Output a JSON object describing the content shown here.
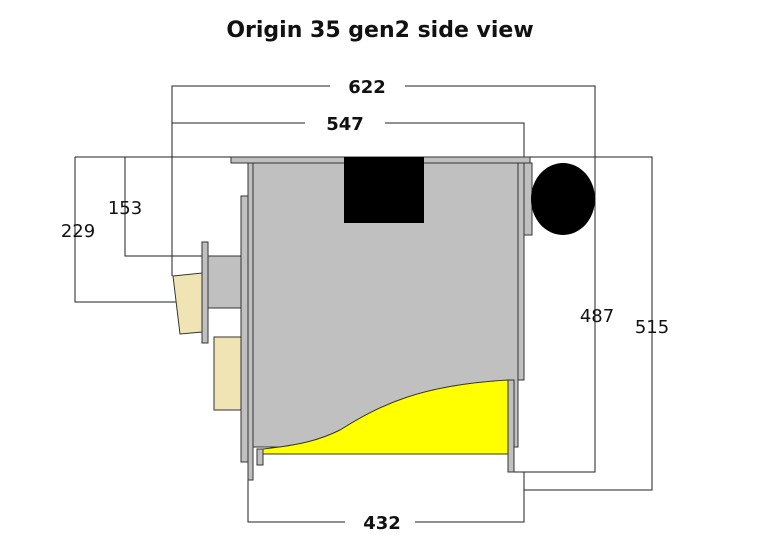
{
  "title": "Origin 35 gen2 side view",
  "dimensions": {
    "overall_depth": "622",
    "body_depth": "547",
    "base_width": "432",
    "overall_height": "515",
    "body_height": "487",
    "flue_outlet_top": "153",
    "flue_outlet_bottom": "229"
  },
  "colors": {
    "body": "#c0c0c0",
    "fire": "#ffff00",
    "tan": "#f0e4b4",
    "black": "#000000"
  }
}
